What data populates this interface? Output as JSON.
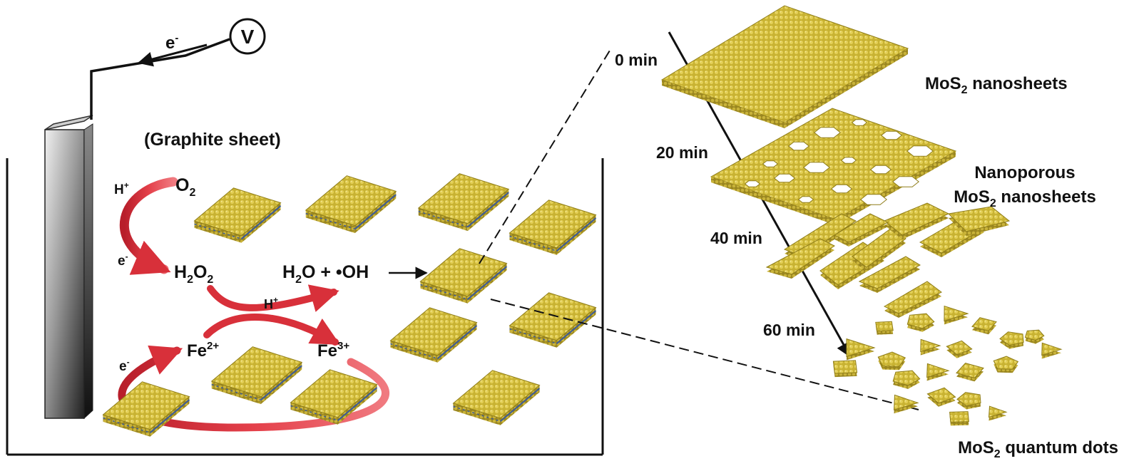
{
  "labels": {
    "voltmeter": "V",
    "electron": "e",
    "electron_sup": "-",
    "graphite": "(Graphite sheet)",
    "h_plus": "H",
    "h_plus_sup": "+",
    "o2_main": "O",
    "o2_sub": "2",
    "h2o2_h": "H",
    "h2o2_sub1": "2",
    "h2o2_o": "O",
    "h2o2_sub2": "2",
    "h2o_h": "H",
    "h2o_sub": "2",
    "h2o_rest": "O + •OH",
    "fe2": "Fe",
    "fe2_sup": "2+",
    "fe3": "Fe",
    "fe3_sup": "3+",
    "time_0": "0 min",
    "time_20": "20 min",
    "time_40": "40 min",
    "time_60": "60 min",
    "mos2_main": "MoS",
    "mos2_sub": "2",
    "nanosheets_suffix": " nanosheets",
    "nanoporous": "Nanoporous",
    "quantum_suffix": " quantum dots"
  },
  "colors": {
    "sheet_gold": "#c8b232",
    "sheet_edge": "#8f7d18",
    "sheet_blue": "#3a5a9a",
    "arrow_red": "#d8303a",
    "graphite_dark": "#2a2a2a",
    "graphite_light": "#e6e6e6"
  }
}
